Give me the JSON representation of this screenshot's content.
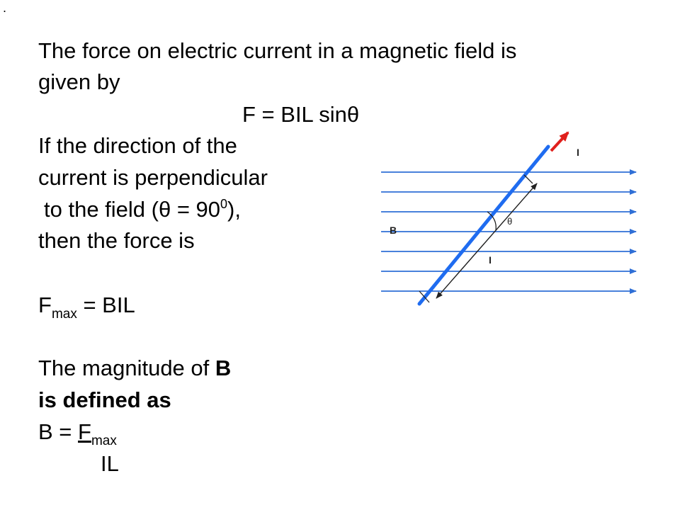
{
  "slide": {
    "corner_mark": ".",
    "intro_line1": "The force on electric current in a magnetic field is",
    "intro_line2": "given by",
    "formula": "F = BIL sinθ",
    "cond_line1": "If the direction of the",
    "cond_line2": "current is perpendicular",
    "cond_line3_pre": "to the field (θ = 90",
    "cond_line3_sup": "0",
    "cond_line3_post": "),",
    "cond_line4": "then the force is",
    "fmax_F": "F",
    "fmax_sub": "max",
    "fmax_rest": " = BIL",
    "mag_pre": "The magnitude of ",
    "mag_bold": "B",
    "defined_as": "is defined as",
    "def_pre": "B = ",
    "def_F": "F",
    "def_sub": "max",
    "def_denominator": "IL"
  },
  "diagram": {
    "label_field": "B",
    "label_current_top": "I",
    "label_current_mid": "I",
    "label_angle": "θ",
    "colors": {
      "field_lines": "#2f6fd6",
      "wire": "#1f6cf0",
      "current_arrow": "#e0201c",
      "dimension": "#222222"
    }
  }
}
